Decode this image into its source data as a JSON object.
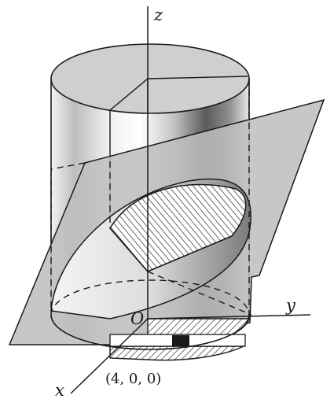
{
  "labels": {
    "z_axis": "z",
    "y_axis": "y",
    "x_axis": "x",
    "origin": "O",
    "point": "(4, 0, 0)"
  },
  "colors": {
    "ink": "#1a1a1a",
    "plane": "#b9b9b9",
    "cylinder_light": "#e6e6e6",
    "cylinder_dark": "#555555",
    "top_face": "#c9c9c9"
  }
}
